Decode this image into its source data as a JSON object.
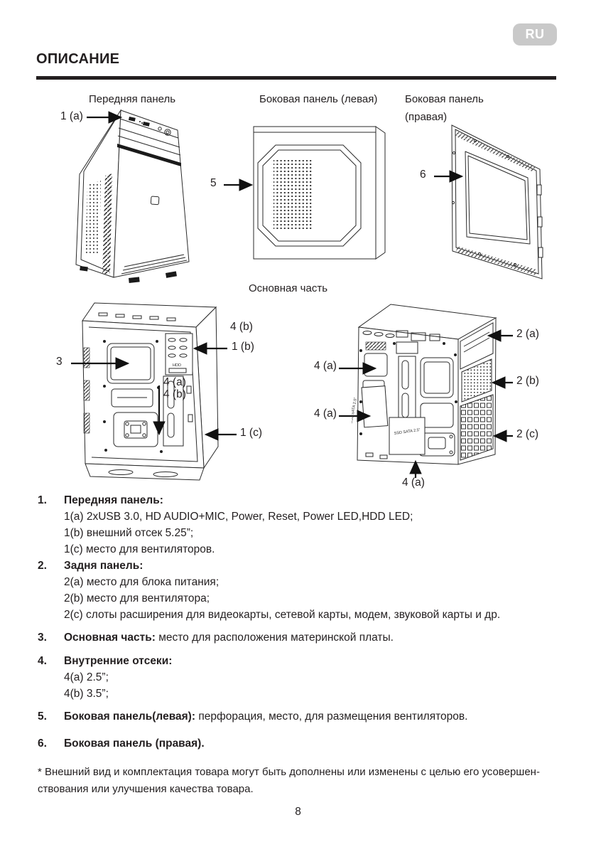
{
  "page": {
    "badge": "RU",
    "title": "ОПИСАНИЕ",
    "page_number": "8",
    "footnote_line1": "* Внешний вид и комплектация товара могут быть дополнены или изменены с целью его усовершен-",
    "footnote_line2": "ствования или улучшения качества товара."
  },
  "figures": {
    "front_panel_label": "Передняя панель",
    "side_left_label": "Боковая панель (левая)",
    "side_right_label_line1": "Боковая панель",
    "side_right_label_line2": "(правая)",
    "main_part_label": "Основная часть"
  },
  "callouts": {
    "c1a": "1 (a)",
    "c1b": "1 (b)",
    "c1c": "1 (c)",
    "c2a": "2 (a)",
    "c2b": "2 (b)",
    "c2c": "2 (c)",
    "c3": "3",
    "c4a": "4 (a)",
    "c4b": "4 (b)",
    "c5": "5",
    "c6": "6"
  },
  "drawing_texts": {
    "ssd_label": "SSD SATA 2.5”",
    "hdd_label": "HDD"
  },
  "legend": {
    "items": [
      {
        "num": "1.",
        "heading": "Передняя панель:",
        "inline": "",
        "sublines": [
          "1(a) 2xUSB 3.0, HD AUDIO+MIC, Power, Reset, Power LED,HDD LED;",
          "1(b) внешний отсек 5.25”;",
          "1(c) место для вентиляторов."
        ]
      },
      {
        "num": "2.",
        "heading": "Задня панель:",
        "inline": "",
        "sublines": [
          "2(a) место для блока питания;",
          "2(b) место для вентилятора;",
          "2(c) слоты расширения для видеокарты, сетевой карты, модем, звуковой карты и др."
        ]
      },
      {
        "num": "3.",
        "heading": "Основная часть:",
        "inline": "место для расположения материнской платы.",
        "sublines": []
      },
      {
        "num": "4.",
        "heading": "Внутренние отсеки:",
        "inline": "",
        "sublines": [
          "4(a) 2.5”;",
          "4(b) 3.5”;"
        ]
      },
      {
        "num": "5.",
        "heading": "Боковая панель(левая):",
        "inline": "перфорация, место, для размещения вентиляторов.",
        "sublines": []
      },
      {
        "num": "6.",
        "heading": "Боковая панель (правая).",
        "inline": "",
        "sublines": []
      }
    ]
  }
}
